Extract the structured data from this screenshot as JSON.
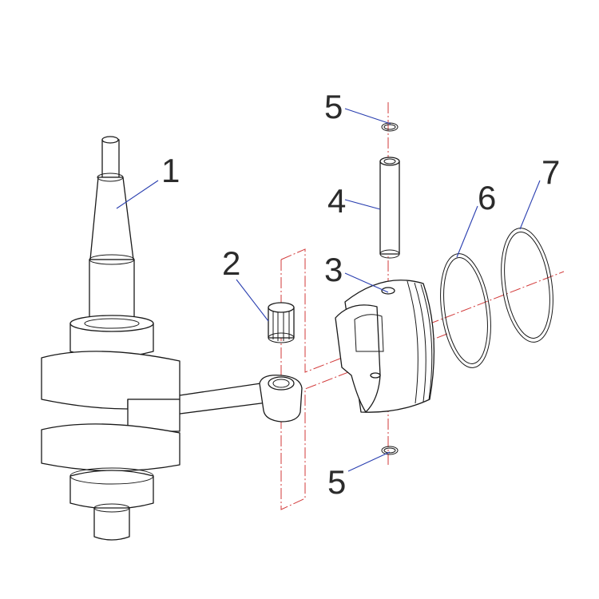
{
  "callouts": [
    {
      "id": "crankshaft",
      "label": "1"
    },
    {
      "id": "needle-bearing",
      "label": "2"
    },
    {
      "id": "piston",
      "label": "3"
    },
    {
      "id": "piston-pin",
      "label": "4"
    },
    {
      "id": "circlip-top",
      "label": "5"
    },
    {
      "id": "circlip-bottom",
      "label": "5"
    },
    {
      "id": "piston-ring-1",
      "label": "6"
    },
    {
      "id": "piston-ring-2",
      "label": "7"
    }
  ],
  "colors": {
    "line": "#1a1a1a",
    "center_line": "#d23a3a",
    "leader": "#2a3fb0",
    "callout_text": "#2b2b2b"
  }
}
